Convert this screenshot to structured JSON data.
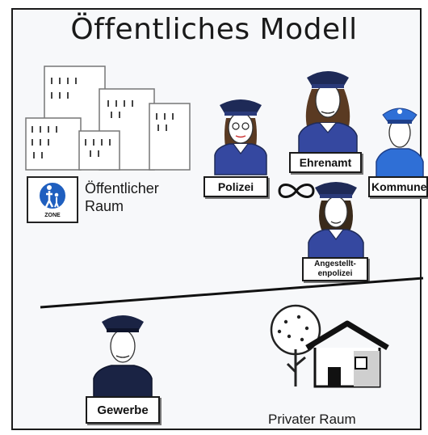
{
  "title": "Öffentliches Modell",
  "public_space": {
    "label_line1": "Öffentlicher",
    "label_line2": "Raum",
    "sign_text": "ZONE"
  },
  "roles": {
    "polizei": "Polizei",
    "ehrenamt": "Ehrenamt",
    "kommune": "Kommune",
    "angestellten_line1": "Angestellt-",
    "angestellten_line2": "enpolizei",
    "gewerbe": "Gewerbe"
  },
  "private_space": {
    "label": "Privater Raum"
  },
  "colors": {
    "uniform_dark": "#1e2a57",
    "uniform_mid": "#3548a0",
    "uniform_light": "#2f6fd6",
    "sign_blue": "#1f5fbf"
  }
}
